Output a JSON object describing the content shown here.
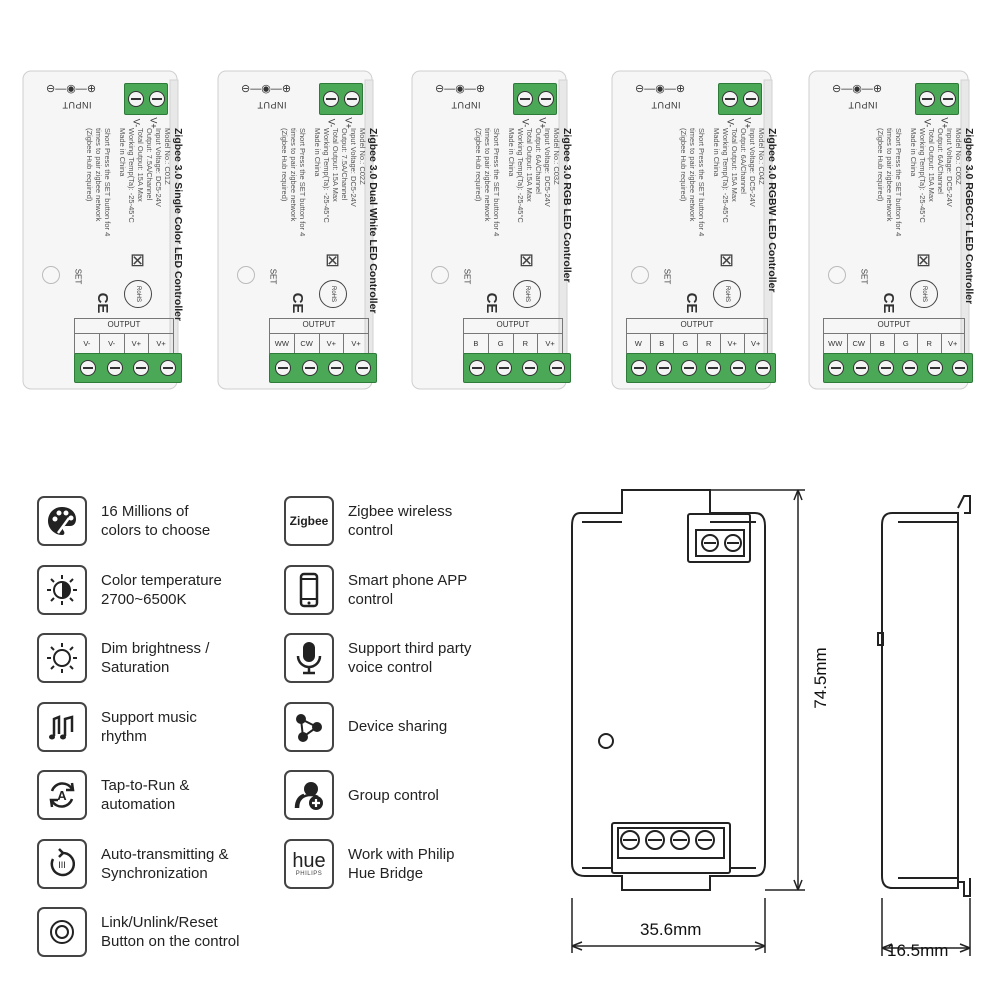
{
  "devices": [
    {
      "title": "Zigbee 3.0 Single Color LED Controller",
      "model": "Model No.: C01Z",
      "input_voltage": "Input Voltage: DC5-24V",
      "output": "Output: 7.5A/Channel",
      "total_output": "Total Output: 15A Max",
      "temp": "Working Temp(Ta): -25-45°C",
      "made": "Made in China",
      "hint1": "Short Press the SET button for 4",
      "hint2": "times to pair zigbee network",
      "hint3": "(Zigbee Hub required)",
      "outputs": [
        "V-",
        "V-",
        "V+",
        "V+"
      ]
    },
    {
      "title": "Zigbee 3.0 Dual White LED Controller",
      "model": "Model No.: C02Z",
      "input_voltage": "Input Voltage: DC5-24V",
      "output": "Output: 7.5A/Channel",
      "total_output": "Total Output: 15A Max",
      "temp": "Working Temp(Ta): -25-45°C",
      "made": "Made in China",
      "hint1": "Short Press the SET button for 4",
      "hint2": "times to pair zigbee network",
      "hint3": "(Zigbee Hub required)",
      "outputs": [
        "WW",
        "CW",
        "V+",
        "V+"
      ]
    },
    {
      "title": "Zigbee 3.0 RGB LED Controller",
      "model": "Model No.: C03Z",
      "input_voltage": "Input Voltage: DC5-24V",
      "output": "Output: 6A/Channel",
      "total_output": "Total Output: 15A Max",
      "temp": "Working Temp(Ta): -25-45°C",
      "made": "Made in China",
      "hint1": "Short Press the SET button for 4",
      "hint2": "times to pair zigbee network",
      "hint3": "(Zigbee Hub required)",
      "outputs": [
        "B",
        "G",
        "R",
        "V+"
      ]
    },
    {
      "title": "Zigbee 3.0 RGBW LED Controller",
      "model": "Model No.: C04Z",
      "input_voltage": "Input Voltage: DC5-24V",
      "output": "Output: 6A/Channel",
      "total_output": "Total Output: 15A Max",
      "temp": "Working Temp(Ta): -25-45°C",
      "made": "Made in China",
      "hint1": "Short Press the SET button for 4",
      "hint2": "times to pair zigbee network",
      "hint3": "(Zigbee Hub required)",
      "outputs": [
        "W",
        "B",
        "G",
        "R",
        "V+",
        "V+"
      ]
    },
    {
      "title": "Zigbee 3.0 RGBCCT LED Controller",
      "model": "Model No.: C05Z",
      "input_voltage": "Input Voltage: DC5-24V",
      "output": "Output: 6A/Channel",
      "total_output": "Total Output: 15A Max",
      "temp": "Working Temp(Ta): -25-45°C",
      "made": "Made in China",
      "hint1": "Short Press the SET button for 4",
      "hint2": "times to pair zigbee network",
      "hint3": "(Zigbee Hub required)",
      "outputs": [
        "WW",
        "CW",
        "B",
        "G",
        "R",
        "V+"
      ]
    }
  ],
  "device_labels": {
    "input": "INPUT",
    "output": "OUTPUT",
    "set": "SET",
    "v_minus": "V-",
    "v_plus": "V+",
    "ce": "CE",
    "rohs": "RoHS"
  },
  "features_left": [
    {
      "icon": "palette-icon",
      "text": "16 Millions of\ncolors to choose"
    },
    {
      "icon": "color-temperature-icon",
      "text": "Color temperature\n2700~6500K"
    },
    {
      "icon": "brightness-icon",
      "text": "Dim brightness /\nSaturation"
    },
    {
      "icon": "music-note-icon",
      "text": "Support music\nrhythm"
    },
    {
      "icon": "tap-to-run-icon",
      "text": "Tap-to-Run &\nautomation"
    },
    {
      "icon": "sync-icon",
      "text": "Auto-transmitting &\nSynchronization"
    },
    {
      "icon": "button-icon",
      "text": "Link/Unlink/Reset\nButton on the control"
    }
  ],
  "features_right": [
    {
      "icon": "zigbee-icon",
      "text": "Zigbee wireless\ncontrol",
      "icon_text": "Zigbee"
    },
    {
      "icon": "smartphone-icon",
      "text": "Smart phone APP\ncontrol"
    },
    {
      "icon": "microphone-icon",
      "text": "Support third party\nvoice control"
    },
    {
      "icon": "share-icon",
      "text": "Device sharing"
    },
    {
      "icon": "group-icon",
      "text": "Group control"
    },
    {
      "icon": "hue-icon",
      "text": "Work with Philip\nHue Bridge",
      "icon_text": "hue",
      "icon_sub": "PHILIPS"
    }
  ],
  "dimensions": {
    "height": "74.5mm",
    "width": "35.6mm",
    "depth": "16.5mm"
  }
}
